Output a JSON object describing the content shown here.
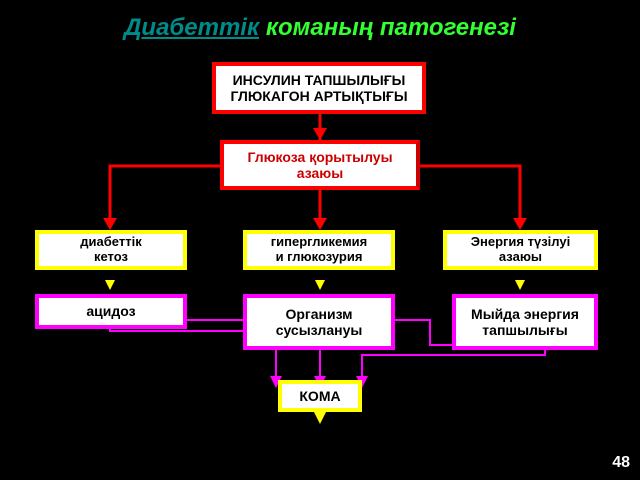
{
  "title": {
    "part1": "Диабеттік",
    "part2": "команың патогенезі"
  },
  "boxes": {
    "insulin": {
      "line1": "ИНСУЛИН ТАПШЫЛЫҒЫ",
      "line2": "ГЛЮКАГОН АРТЫҚТЫҒЫ"
    },
    "glucose": {
      "line1": "Глюкоза қорытылуы",
      "line2": "азаюы"
    },
    "ketosis": {
      "line1": "диабеттік",
      "line2": "кетоз"
    },
    "hyperglycemia": {
      "line1": "гипергликемия",
      "line2": "и глюкозурия"
    },
    "energy": {
      "line1": "Энергия түзілуі",
      "line2": "азаюы"
    },
    "acidosis": {
      "line1": "ацидоз"
    },
    "dehydration": {
      "line1": "Организм",
      "line2": "сусызлануы"
    },
    "brain": {
      "line1": "Мыйда энергия",
      "line2": "тапшылығы"
    },
    "coma": {
      "line1": "КОМА"
    }
  },
  "colors": {
    "red": "#ff0000",
    "yellow": "#ffff00",
    "magenta": "#ff00ff",
    "green": "#33ff33",
    "teal": "#008b8b"
  },
  "page_number": "48"
}
